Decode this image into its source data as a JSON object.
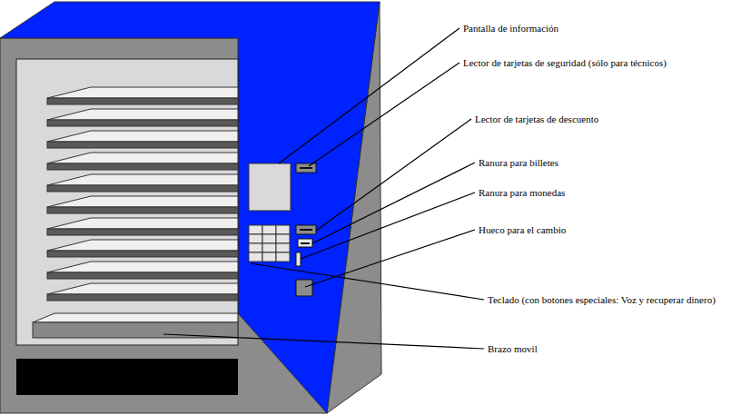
{
  "diagram": {
    "labels": [
      "Pantalla de información",
      "Lector de tarjetas de seguridad (sólo para técnicos)",
      "Lector de tarjetas de descuento",
      "Ranura para billetes",
      "Ranura para monedas",
      "Hueco para el cambio",
      "Teclado (con botones especiales: Voz y recuperar dinero)",
      "Brazo movil"
    ]
  }
}
